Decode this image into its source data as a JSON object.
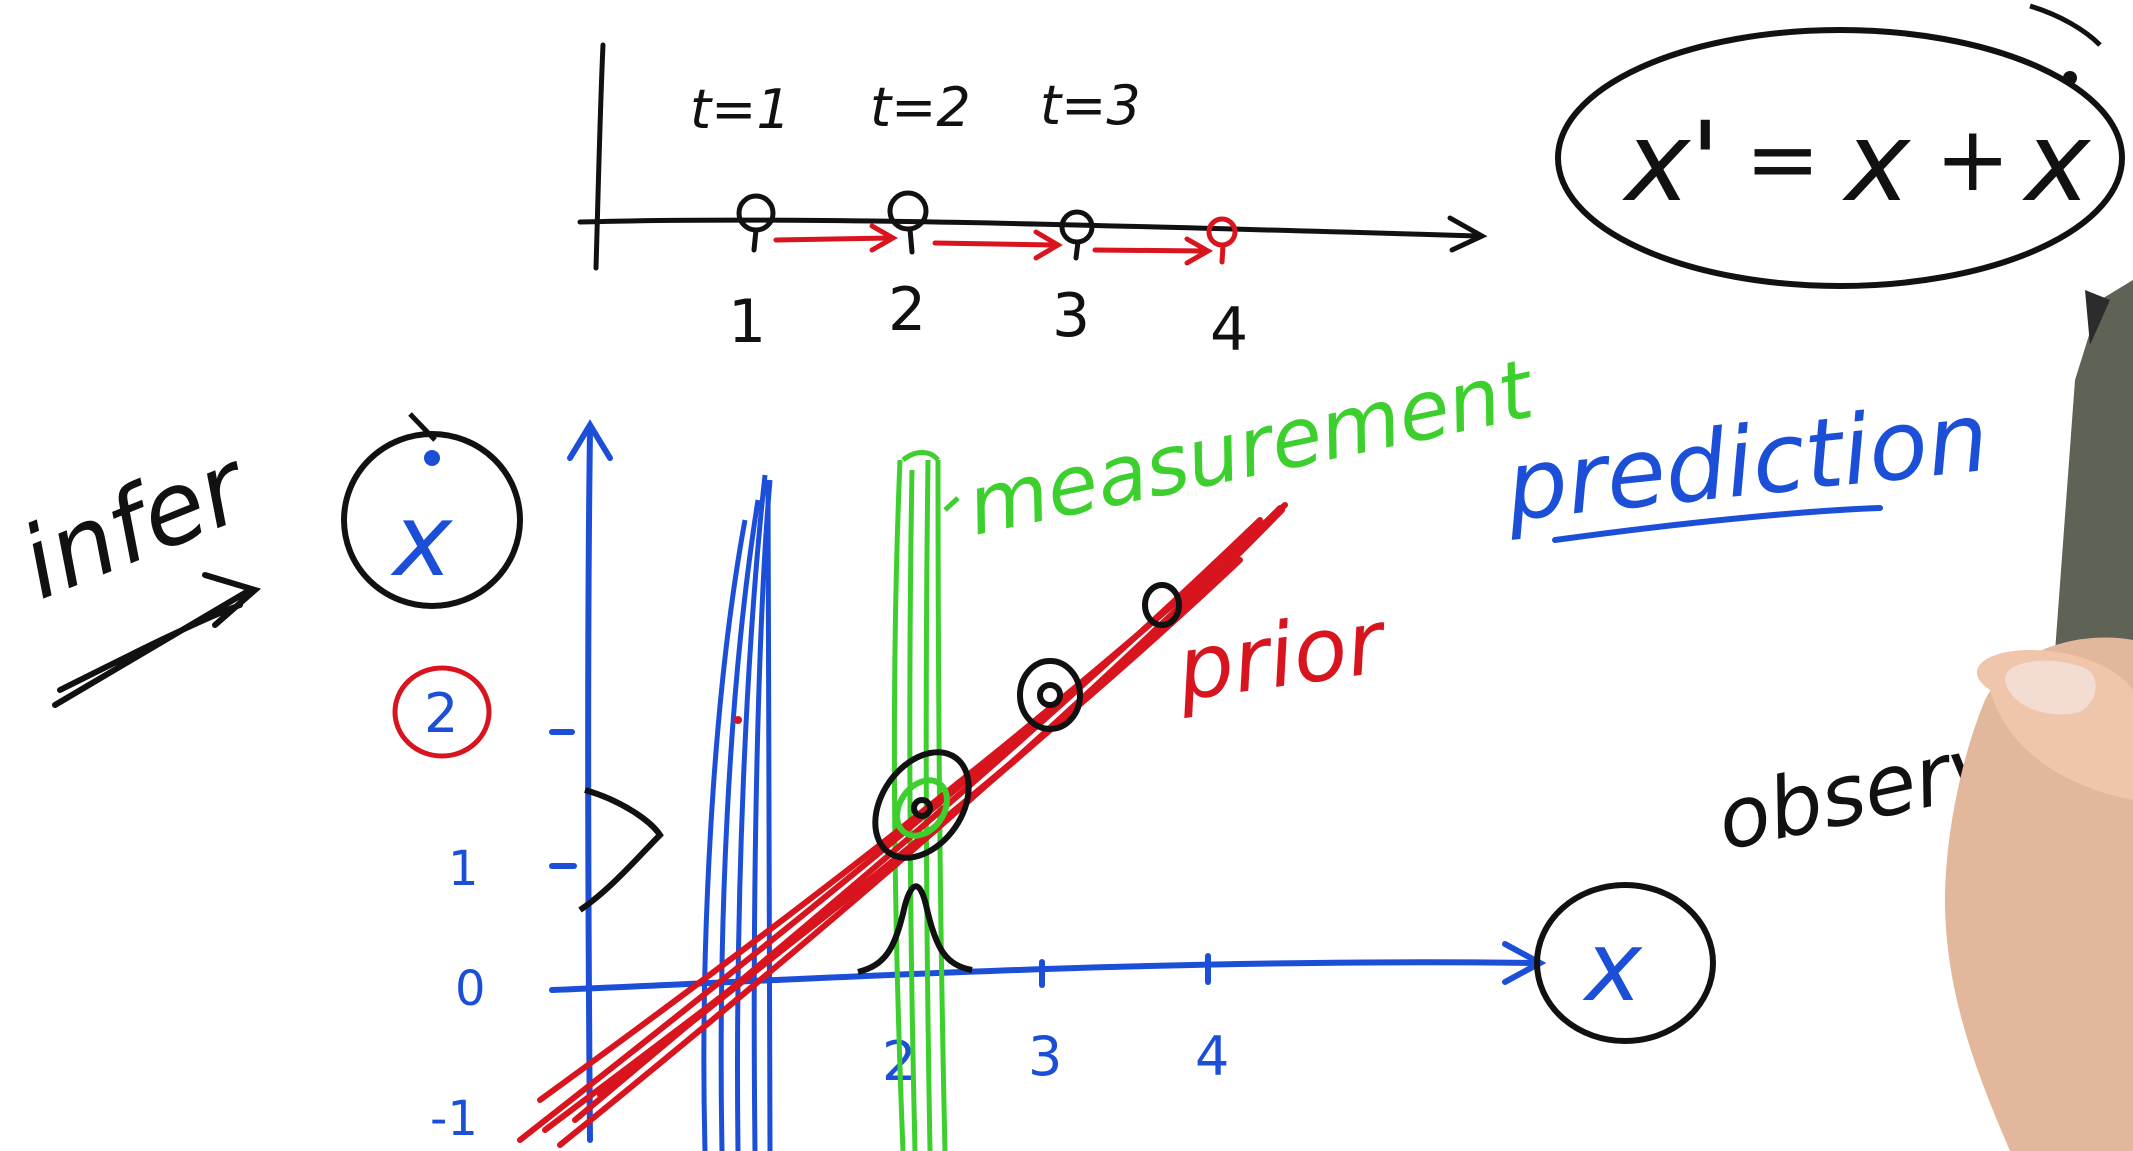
{
  "timeline": {
    "time_labels": [
      "t=1",
      "t=2",
      "t=3"
    ],
    "position_labels": [
      "1",
      "2",
      "3",
      "4"
    ]
  },
  "equation": {
    "lhs": "x'",
    "equals": "=",
    "rhs_x": "x",
    "plus": "+",
    "rhs_xdot": "x"
  },
  "labels": {
    "infer": "infer",
    "velocity_symbol": "x",
    "hidden_count": "2",
    "measurement": "measurement",
    "prior": "prior",
    "prediction": "prediction",
    "observable": "observable",
    "position_symbol": "x"
  },
  "plot": {
    "y_ticks": [
      "-1",
      "0",
      "1"
    ],
    "x_ticks": [
      "2",
      "3",
      "4"
    ]
  },
  "colors": {
    "ink": "#111111",
    "blue": "#1c4fd8",
    "red": "#d8141e",
    "green": "#3ccf2e"
  }
}
